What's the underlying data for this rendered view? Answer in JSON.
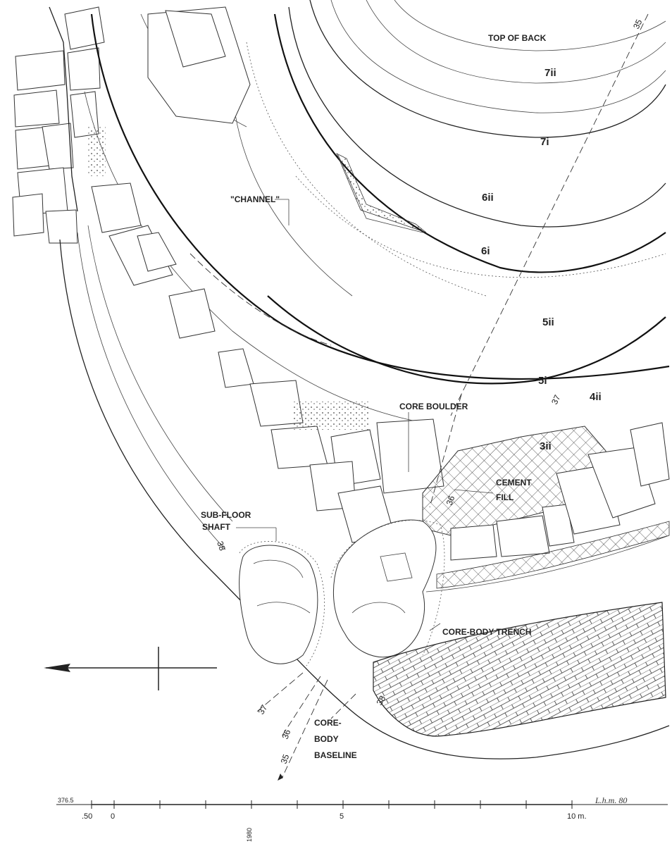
{
  "labels": {
    "top_of_back": "TOP OF BACK",
    "s7ii": "7ii",
    "s7i": "7i",
    "s6ii": "6ii",
    "s6i": "6i",
    "s5ii": "5ii",
    "s5i": "5i",
    "s4ii": "4ii",
    "s3ii": "3ii",
    "channel": "\"CHANNEL\"",
    "core_boulder": "CORE BOULDER",
    "cement": "CEMENT",
    "fill": "FILL",
    "subfloor_1": "SUB-FLOOR",
    "subfloor_2": "SHAFT",
    "core_body_trench": "CORE-BODY TRENCH",
    "baseline_1": "CORE-",
    "baseline_2": "BODY",
    "baseline_3": "BASELINE"
  },
  "section_marks": {
    "m35_top": "35",
    "m37_upper": "37",
    "m36_cement": "36",
    "m38_shaft": "38",
    "m37_lower": "37",
    "m36_lower": "36",
    "m35_lower": "35",
    "m38_lower": "38"
  },
  "scale_bar": {
    "left_value": "376.5",
    "ticks": [
      ".50",
      "0",
      "5",
      "10 m."
    ],
    "vertical_note": "1980",
    "signature": "L.h.m. 80"
  },
  "north_arrow": "arrow-pointing-left"
}
